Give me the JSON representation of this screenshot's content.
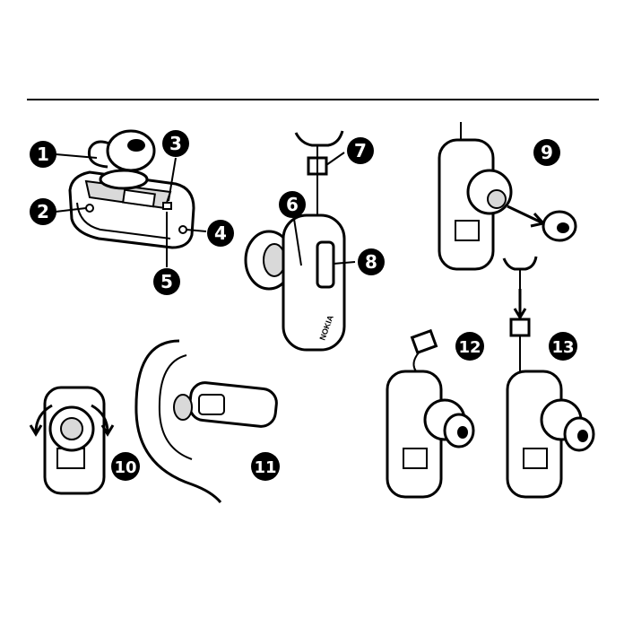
{
  "colors": {
    "ink": "#000000",
    "paper": "#ffffff",
    "shade": "#d9d9d9"
  },
  "device_brand": "NOKIA",
  "callouts": {
    "c1": "1",
    "c2": "2",
    "c3": "3",
    "c4": "4",
    "c5": "5",
    "c6": "6",
    "c7": "7",
    "c8": "8",
    "c9": "9",
    "c10": "10",
    "c11": "11",
    "c12": "12",
    "c13": "13"
  }
}
